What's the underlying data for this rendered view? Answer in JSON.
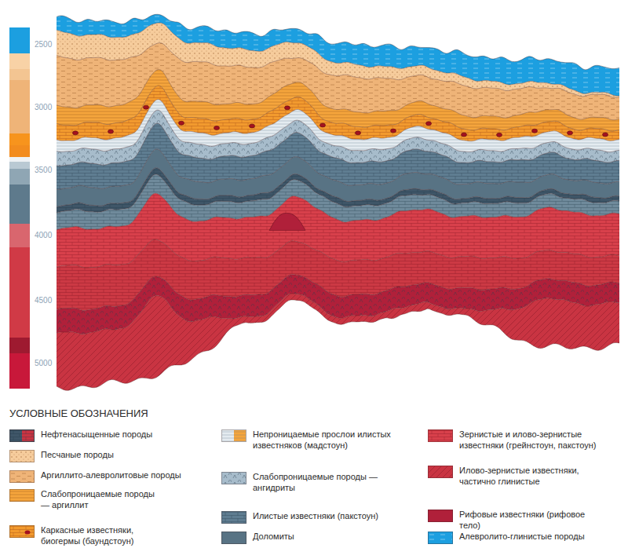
{
  "diagram": {
    "title": "УСЛОВНЫЕ ОБОЗНАЧЕНИЯ",
    "labels": [
      "2500",
      "3000",
      "3500",
      "4000",
      "4500",
      "5000"
    ],
    "legend": [
      {
        "text": "Нефтенасыщенные породы",
        "color": "#3f5668"
      },
      {
        "text": "Песчаные породы",
        "color": "#f6cc9c"
      },
      {
        "text": "Аргиллито-алевролитовые породы",
        "color": "#efb478"
      },
      {
        "text": "Слабопроницаемые породы — аргиллит",
        "color": "#f5a53c"
      },
      {
        "text": "Каркасные известняки, биогермы (баундстоун)",
        "color": "#f29a2e"
      },
      {
        "text": "Непроницаемые прослои илистых известняков (мадстоун)",
        "color": "#e4ebf0"
      },
      {
        "text": "Слабопроницаемые породы — ангидриты",
        "color": "#a7bccb"
      },
      {
        "text": "Илистые известняки (пакстоун)",
        "color": "#5f7d91"
      },
      {
        "text": "Доломиты",
        "color": "#587384"
      },
      {
        "text": "Зернистые и илово-зернистые известняки (грейнстоун, пакстоун)",
        "color": "#d8404b"
      },
      {
        "text": "Илово-зернистые известняки, частично глинистые",
        "color": "#c93442"
      },
      {
        "text": "Рифовые известняки (рифовое тело)",
        "color": "#b0203a"
      },
      {
        "text": "Алевролито-глинистые породы",
        "color": "#1c9fe0"
      }
    ]
  }
}
